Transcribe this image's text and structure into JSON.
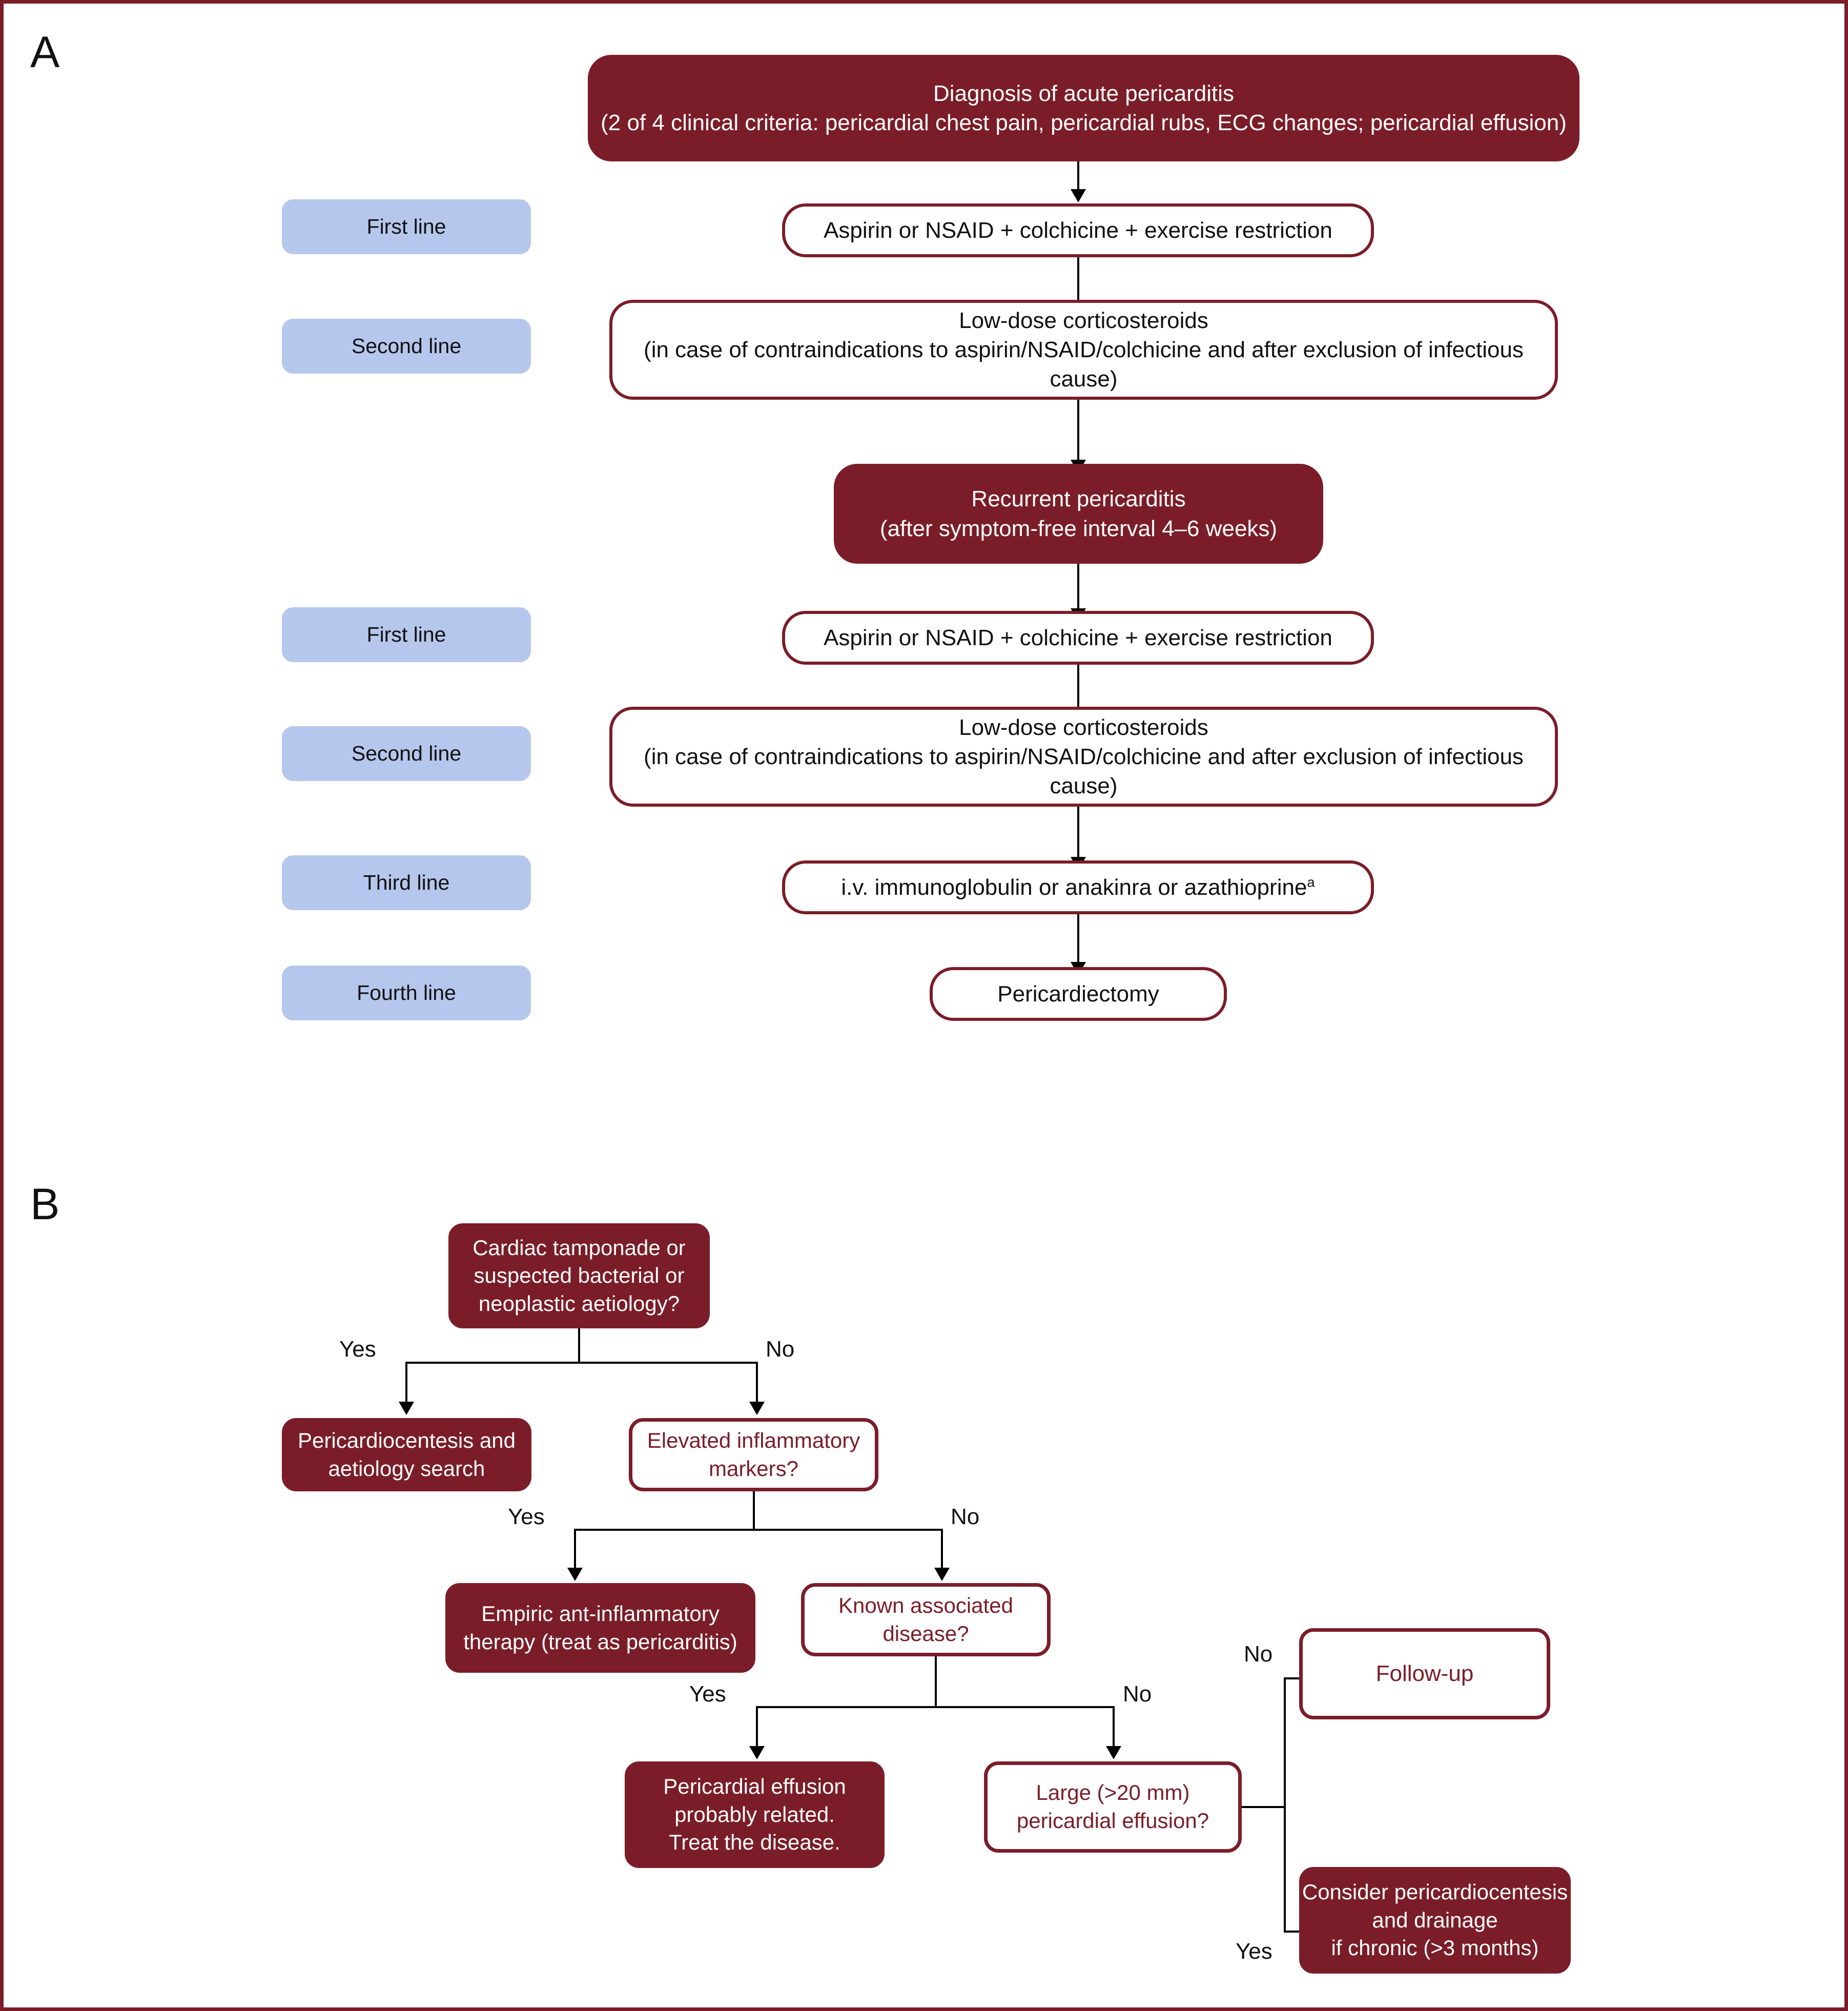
{
  "figure": {
    "border_color": "#7B1D28",
    "accent_fill": "#7B1D28",
    "label_fill": "#B5C7EC",
    "panels": [
      {
        "letter": "A"
      },
      {
        "letter": "B"
      }
    ]
  },
  "panel_a": {
    "letter": "A",
    "line_labels": [
      {
        "id": "first-line-1",
        "text": "First line"
      },
      {
        "id": "second-line-1",
        "text": "Second line"
      },
      {
        "id": "first-line-2",
        "text": "First line"
      },
      {
        "id": "second-line-2",
        "text": "Second line"
      },
      {
        "id": "third-line",
        "text": "Third line"
      },
      {
        "id": "fourth-line",
        "text": "Fourth line"
      }
    ],
    "nodes": {
      "diagnosis": {
        "line1": "Diagnosis of acute pericarditis",
        "line2": "(2 of 4 clinical criteria: pericardial chest pain, pericardial rubs, ECG changes; pericardial effusion)"
      },
      "first_line_therapy_1": "Aspirin or NSAID + colchicine + exercise restriction",
      "second_line_therapy_1": {
        "line1": "Low-dose corticosteroids",
        "line2": "(in case of contraindications to aspirin/NSAID/colchicine and after exclusion of infectious cause)"
      },
      "recurrent": {
        "line1": "Recurrent pericarditis",
        "line2": "(after symptom-free interval 4–6 weeks)"
      },
      "first_line_therapy_2": "Aspirin or NSAID + colchicine + exercise restriction",
      "second_line_therapy_2": {
        "line1": "Low-dose corticosteroids",
        "line2": "(in case of contraindications to aspirin/NSAID/colchicine and after exclusion of infectious cause)"
      },
      "third_line_therapy": "i.v. immunoglobulin or anakinra or azathioprine",
      "third_line_footnote_marker": "a",
      "fourth_line_therapy": "Pericardiectomy"
    }
  },
  "panel_b": {
    "letter": "B",
    "nodes": {
      "root_question": {
        "line1": "Cardiac tamponade or",
        "line2": "suspected bacterial or",
        "line3": "neoplastic aetiology?"
      },
      "pericardiocentesis": {
        "line1": "Pericardiocentesis and",
        "line2": "aetiology search"
      },
      "inflammatory_markers": {
        "line1": "Elevated inflammatory",
        "line2": "markers?"
      },
      "empiric_therapy": {
        "line1": "Empiric ant-inflammatory",
        "line2": "therapy (treat as pericarditis)"
      },
      "known_disease": {
        "line1": "Known associated",
        "line2": "disease?"
      },
      "effusion_related": {
        "line1": "Pericardial effusion",
        "line2": "probably related.",
        "line3": "Treat the disease."
      },
      "large_effusion": {
        "line1": "Large (>20 mm)",
        "line2": "pericardial effusion?"
      },
      "follow_up": "Follow-up",
      "consider_drainage": {
        "line1": "Consider pericardiocentesis",
        "line2": "and drainage",
        "line3": "if chronic (>3 months)"
      }
    },
    "branch_labels": {
      "root_yes": "Yes",
      "root_no": "No",
      "markers_yes": "Yes",
      "markers_no": "No",
      "disease_yes": "Yes",
      "disease_no": "No",
      "effusion_no": "No",
      "effusion_yes": "Yes"
    }
  }
}
